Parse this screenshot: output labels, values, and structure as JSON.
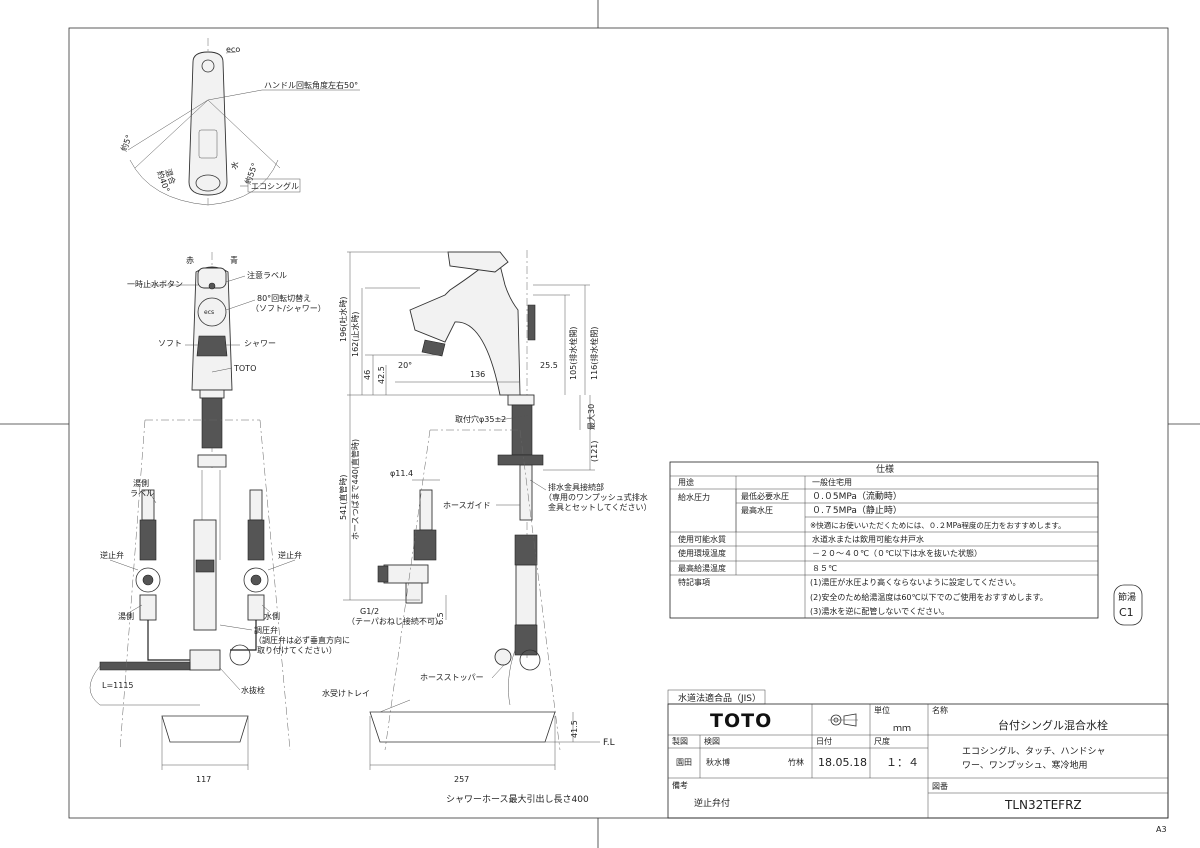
{
  "top_view": {
    "eco": "eco",
    "handle_angle": "ハンドル回転角度左右50°",
    "mix": "混合",
    "mix_angle": "約40°",
    "water": "水",
    "water_angle": "約55°",
    "hot_angle": "約5°",
    "eco_single": "エコシングル"
  },
  "front_view": {
    "red": "赤",
    "blue": "青",
    "stop_button": "一時止水ボタン",
    "caution_label": "注意ラベル",
    "switch_angle": "80°回転切替え",
    "switch_modes": "（ソフト/シャワー）",
    "soft": "ソフト",
    "shower": "シャワー",
    "brand_small": "TOTO",
    "hot_label_1": "湯側",
    "hot_label_2": "ラベル",
    "check_valve_left": "逆止弁",
    "check_valve_right": "逆止弁",
    "hot_side": "湯側",
    "water_side": "水側",
    "pressure_valve": "調圧弁",
    "pressure_note_1": "（調圧弁は必ず垂直方向に",
    "pressure_note_2": "取り付けてください）",
    "hose_length": "L=1115",
    "drain_plug": "水抜栓",
    "tray_width": "117"
  },
  "side_view": {
    "dim_196": "196(吐水時)",
    "dim_162": "162(止水時)",
    "dim_46": "46",
    "dim_425": "42.5",
    "angle_20": "20°",
    "dim_136": "136",
    "dim_255": "25.5",
    "dim_105": "105(排水栓開)",
    "dim_116": "116(排水栓閉)",
    "mount_hole": "取付穴φ35±2",
    "max_30": "最大30",
    "dim_121": "(121)",
    "dim_541": "541(直管時)",
    "hose_440": "ホースつばまで440(直管時)",
    "dia_114": "φ11.4",
    "drain_conn": "排水金具接続部",
    "drain_note_1": "（専用のワンプッシュ式排水",
    "drain_note_2": "金具とセットしてください）",
    "hose_guide": "ホースガイド",
    "g12": "G1/2",
    "taper_note": "（テーパおねじ接続不可）",
    "dim_65": "6.5",
    "hose_stopper": "ホースストッパー",
    "tray_label": "水受けトレイ",
    "dim_415": "41.5",
    "fl": "F.L",
    "tray_width": "257",
    "shower_hose": "シャワーホース最大引出し長さ400"
  },
  "spec_table": {
    "title": "仕様",
    "rows": [
      {
        "label": "用途",
        "sub": "",
        "value": "一般住宅用"
      },
      {
        "label": "給水圧力",
        "sub": "最低必要水圧",
        "value": "０.０5MPa（流動時）"
      },
      {
        "label": "",
        "sub": "最高水圧",
        "value": "０.７5MPa（静止時）"
      },
      {
        "label": "",
        "sub": "",
        "value": "※快適にお使いいただくためには、０.２MPa程度の圧力をおすすめします。"
      },
      {
        "label": "使用可能水質",
        "sub": "",
        "value": "水道水または飲用可能な井戸水"
      },
      {
        "label": "使用環境温度",
        "sub": "",
        "value": "－２０～４０℃（０℃以下は水を抜いた状態）"
      },
      {
        "label": "最高給湯温度",
        "sub": "",
        "value": "８５℃"
      },
      {
        "label": "特記事項",
        "sub": "",
        "value": "(1)湯圧が水圧より高くならないように設定してください。"
      },
      {
        "label": "",
        "sub": "",
        "value": "(2)安全のため給湯温度は60℃以下でのご使用をおすすめします。"
      },
      {
        "label": "",
        "sub": "",
        "value": "(3)湯水を逆に配管しないでください。"
      }
    ]
  },
  "stamp": {
    "line1": "節湯",
    "line2": "C1"
  },
  "title_block": {
    "jis": "水道法適合品（JIS）",
    "brand": "TOTO",
    "unit_label": "単位",
    "unit_value": "ｍｍ",
    "name_label": "名称",
    "name_value": "台付シングル混合水栓",
    "drawn_label": "製図",
    "check_label": "検図",
    "drawn_name": "園田",
    "check_name_1": "秋水",
    "check_name_2": "博",
    "check_name_3": "竹林",
    "date_label": "日付",
    "date_value": "18.05.18",
    "scale_label": "尺度",
    "scale_value": "１：４",
    "desc_line1": "エコシングル、タッチ、ハンドシャ",
    "desc_line2": "ワー、ワンプッシュ、寒冷地用",
    "remarks_label": "備考",
    "remarks_value": "逆止弁付",
    "drawing_no_label": "図番",
    "drawing_no": "TLN32TEFRZ"
  },
  "sheet_size": "A3"
}
